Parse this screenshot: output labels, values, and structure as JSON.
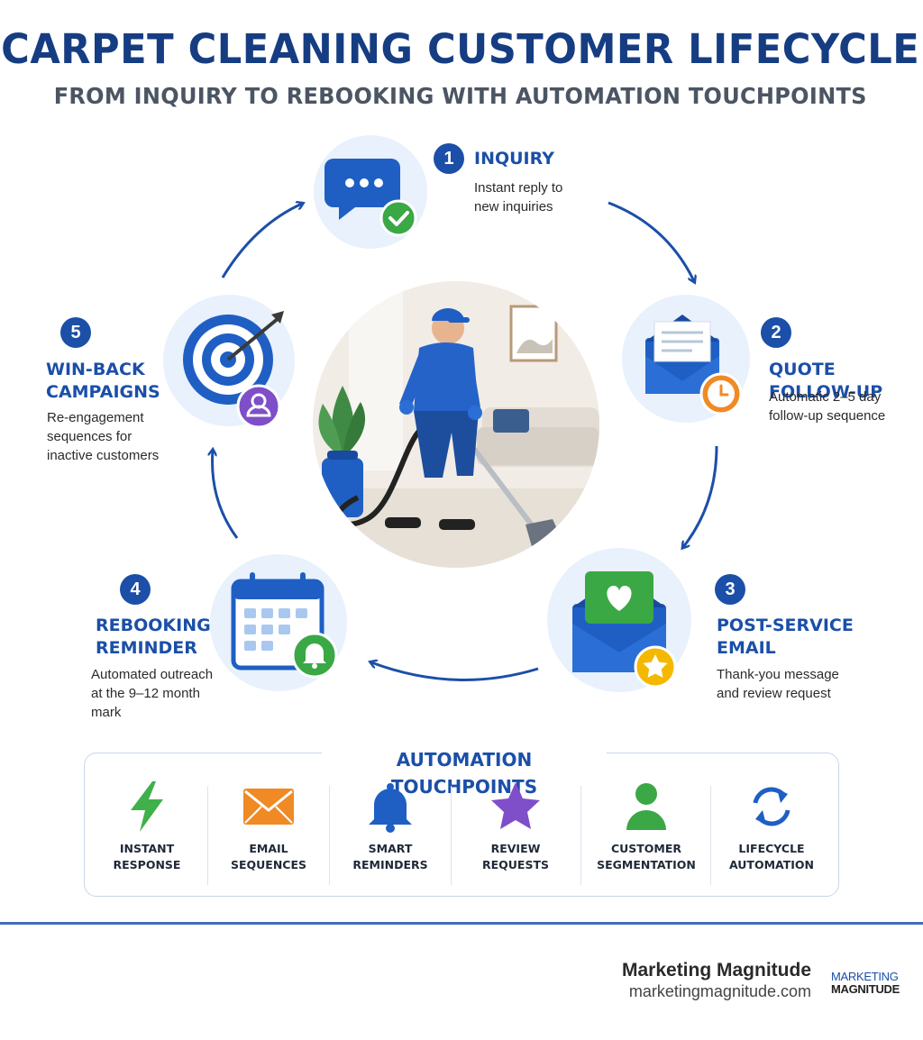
{
  "header": {
    "title": "CARPET CLEANING CUSTOMER LIFECYCLE",
    "subtitle": "FROM INQUIRY TO REBOOKING WITH AUTOMATION TOUCHPOINTS"
  },
  "stages": [
    {
      "number": "1",
      "title": "INQUIRY",
      "description": "Instant reply to\nnew inquiries",
      "icon": "chat-bubble-check-icon"
    },
    {
      "number": "2",
      "title": "QUOTE FOLLOW-UP",
      "description": "Automatic 2–5 day\nfollow-up sequence",
      "icon": "envelope-clock-icon"
    },
    {
      "number": "3",
      "title": "POST-SERVICE\nEMAIL",
      "description": "Thank-you message\nand review request",
      "icon": "envelope-heart-star-icon"
    },
    {
      "number": "4",
      "title": "REBOOKING\nREMINDER",
      "description": "Automated outreach\nat the 9–12 month\nmark",
      "icon": "calendar-bell-icon"
    },
    {
      "number": "5",
      "title": "WIN-BACK\nCAMPAIGNS",
      "description": "Re-engagement\nsequences for\ninactive customers",
      "icon": "target-user-icon"
    }
  ],
  "touchpoints": {
    "title": "AUTOMATION TOUCHPOINTS",
    "items": [
      {
        "label": "INSTANT\nRESPONSE",
        "icon": "lightning-icon"
      },
      {
        "label": "EMAIL\nSEQUENCES",
        "icon": "envelope-icon"
      },
      {
        "label": "SMART\nREMINDERS",
        "icon": "bell-icon"
      },
      {
        "label": "REVIEW\nREQUESTS",
        "icon": "star-icon"
      },
      {
        "label": "CUSTOMER\nSEGMENTATION",
        "icon": "person-icon"
      },
      {
        "label": "LIFECYCLE\nAUTOMATION",
        "icon": "refresh-cycle-icon"
      }
    ]
  },
  "footer": {
    "brand_name": "Marketing Magnitude",
    "brand_url": "marketingmagnitude.com",
    "logo_line1": "MARKETING",
    "logo_line2": "MAGNITUDE"
  },
  "colors": {
    "primary": "#1b4fa8",
    "title": "#163d82",
    "circle_bg": "#e8f1fc",
    "green": "#3aa845",
    "orange": "#f08a24",
    "purple": "#7e4fc8",
    "yellow": "#f5b800"
  }
}
